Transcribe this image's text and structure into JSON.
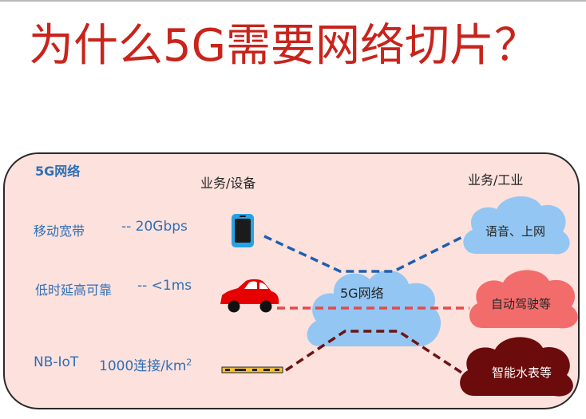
{
  "title": "为什么5G需要网络切片？",
  "panel": {
    "label": "5G网络",
    "col_left_header": "业务/设备",
    "col_right_header": "业务/工业"
  },
  "rows": [
    {
      "name": "移动宽带",
      "spec": "-- 20Gbps",
      "device_icon": "smartphone-icon"
    },
    {
      "name": "低时延高可靠",
      "spec": "-- <1ms",
      "device_icon": "car-icon"
    },
    {
      "name": "NB-IoT",
      "spec": "1000连接/km",
      "spec_sup": "2",
      "device_icon": "meter-sensor-icon"
    }
  ],
  "center_cloud": {
    "label": "5G网络",
    "color": "#93c6f2"
  },
  "targets": [
    {
      "label": "语音、上网",
      "color": "#93c6f2",
      "line_color": "#1f5fae"
    },
    {
      "label": "自动驾驶等",
      "color": "#f36c6c",
      "line_color": "#e84848"
    },
    {
      "label": "智能水表等",
      "color": "#6b0b0b",
      "line_color": "#6b1414"
    }
  ],
  "colors": {
    "title": "#c8241c",
    "panel_bg": "#fde1dd",
    "label_blue": "#2f6fb5"
  }
}
